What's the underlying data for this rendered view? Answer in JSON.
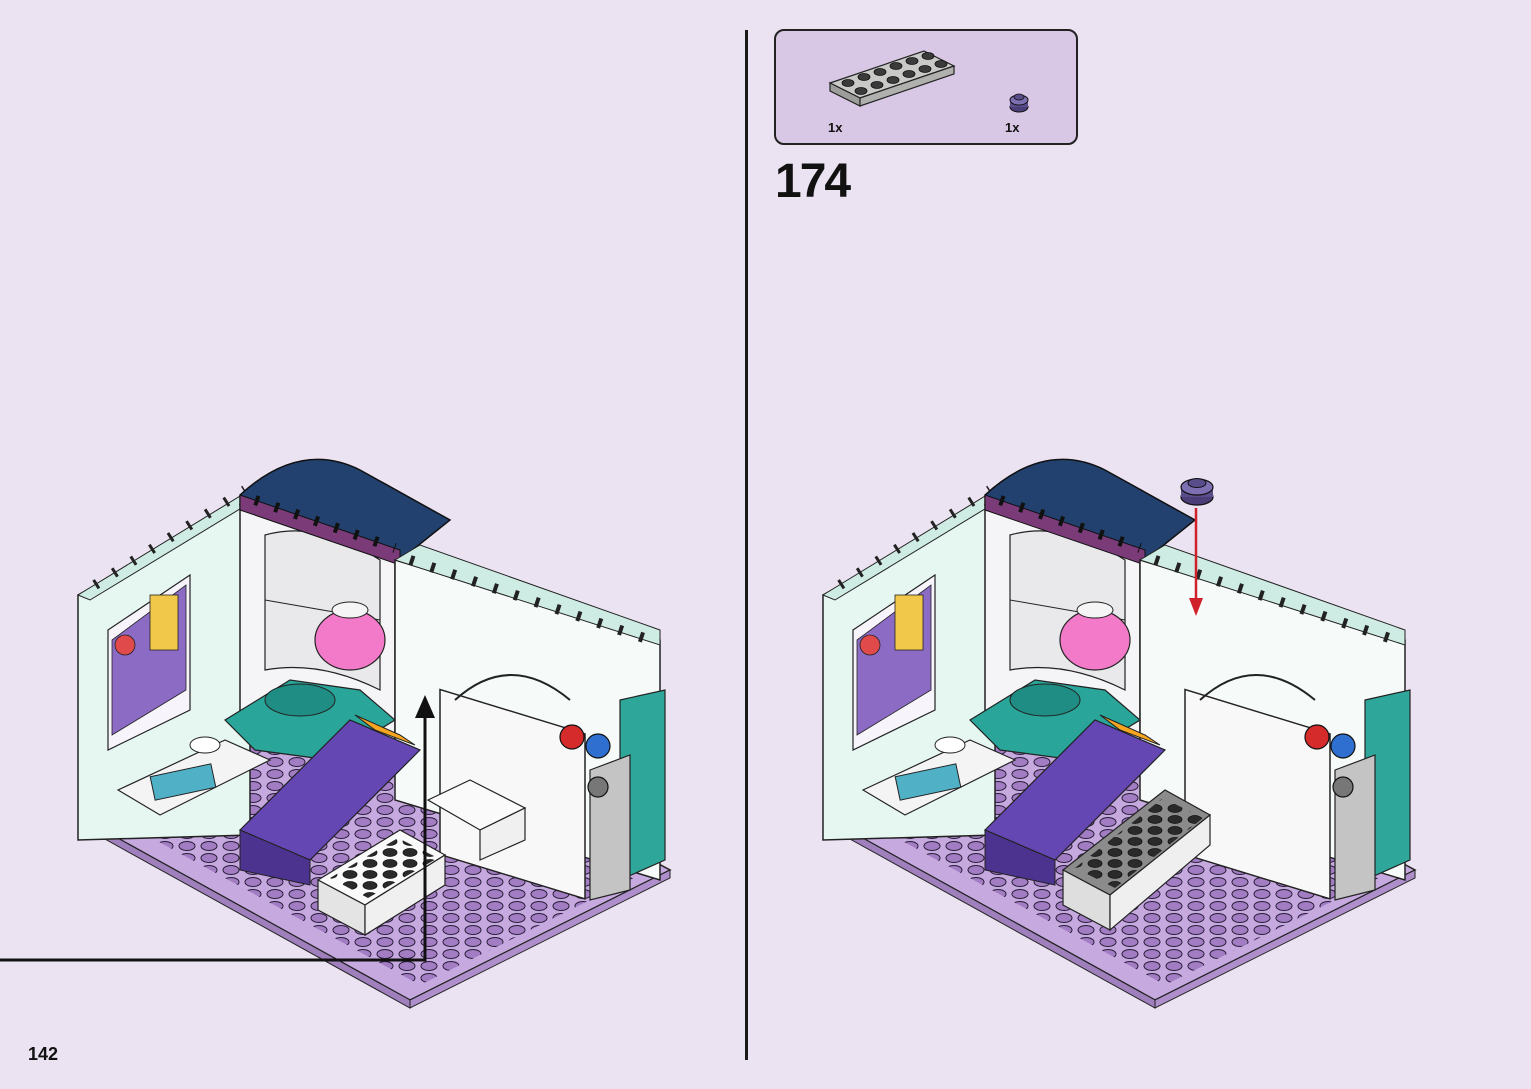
{
  "page": {
    "number": "142"
  },
  "step": {
    "number": "174"
  },
  "parts": [
    {
      "name": "gray-2x6-plate",
      "quantity": "1x",
      "color": "#b9bab7"
    },
    {
      "name": "purple-1x1-round-plate",
      "quantity": "1x",
      "color": "#5a4d8c"
    }
  ],
  "colors": {
    "background": "#ece3f2",
    "parts_box": "#d9c8e5",
    "arrow": "#d0202a",
    "baseplate": "#b79ad4",
    "wall": "#cfece4",
    "roof": "#1f3b6b",
    "sofa": "#5b3ea7",
    "chair": "#2aa59a",
    "lamp": "#f27ac8"
  },
  "icons": [
    "callout-arrow-icon",
    "placement-arrow-icon"
  ]
}
